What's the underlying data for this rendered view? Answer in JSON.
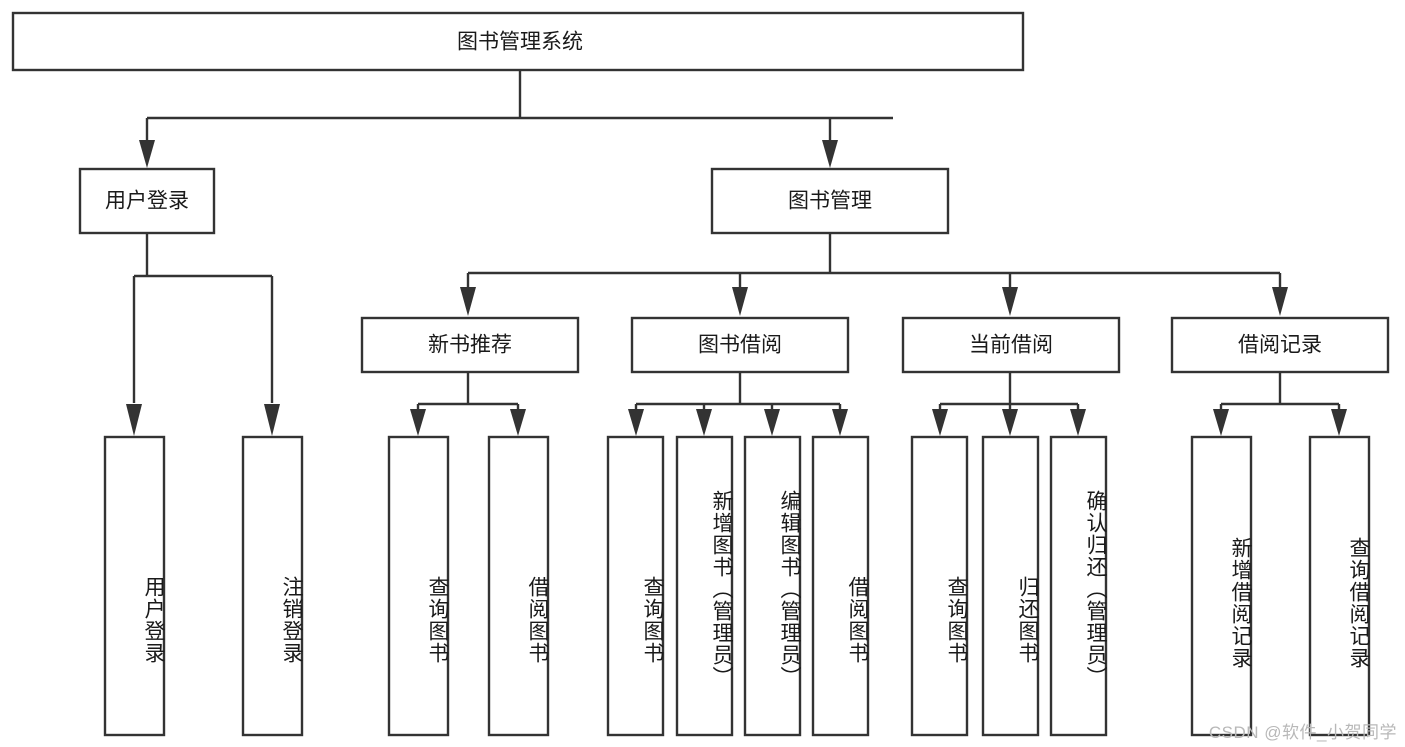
{
  "diagram": {
    "title": "图书管理系统",
    "type": "tree-hierarchy",
    "orientation": "top-down",
    "colors": {
      "stroke": "#333333",
      "fill": "#ffffff",
      "text": "#1a1a1a",
      "watermark": "#b8b8b8",
      "background": "#ffffff"
    }
  },
  "root": {
    "label": "图书管理系统"
  },
  "level1": [
    {
      "id": "user-login",
      "label": "用户登录"
    },
    {
      "id": "book-manage",
      "label": "图书管理"
    }
  ],
  "level2": [
    {
      "id": "new-book-recommend",
      "label": "新书推荐",
      "parent": "book-manage"
    },
    {
      "id": "book-borrow",
      "label": "图书借阅",
      "parent": "book-manage"
    },
    {
      "id": "current-borrow",
      "label": "当前借阅",
      "parent": "book-manage"
    },
    {
      "id": "borrow-record",
      "label": "借阅记录",
      "parent": "book-manage"
    }
  ],
  "leaves": {
    "user_login": [
      {
        "id": "leaf-user-login",
        "label": "用户登录"
      },
      {
        "id": "leaf-logout-login",
        "label": "注销登录"
      }
    ],
    "new_book_recommend": [
      {
        "id": "leaf-query-book-1",
        "label": "查询图书"
      },
      {
        "id": "leaf-borrow-book-1",
        "label": "借阅图书"
      }
    ],
    "book_borrow": [
      {
        "id": "leaf-query-book-2",
        "label": "查询图书"
      },
      {
        "id": "leaf-add-book",
        "label": "新增图书（管理员）"
      },
      {
        "id": "leaf-edit-book",
        "label": "编辑图书（管理员）"
      },
      {
        "id": "leaf-borrow-book-2",
        "label": "借阅图书"
      }
    ],
    "current_borrow": [
      {
        "id": "leaf-query-book-3",
        "label": "查询图书"
      },
      {
        "id": "leaf-return-book",
        "label": "归还图书"
      },
      {
        "id": "leaf-confirm-return",
        "label": "确认归还（管理员）"
      }
    ],
    "borrow_record": [
      {
        "id": "leaf-add-record",
        "label": "新增借阅记录"
      },
      {
        "id": "leaf-query-record",
        "label": "查询借阅记录"
      }
    ]
  },
  "watermark": {
    "text": "CSDN @软件_小贺同学"
  }
}
